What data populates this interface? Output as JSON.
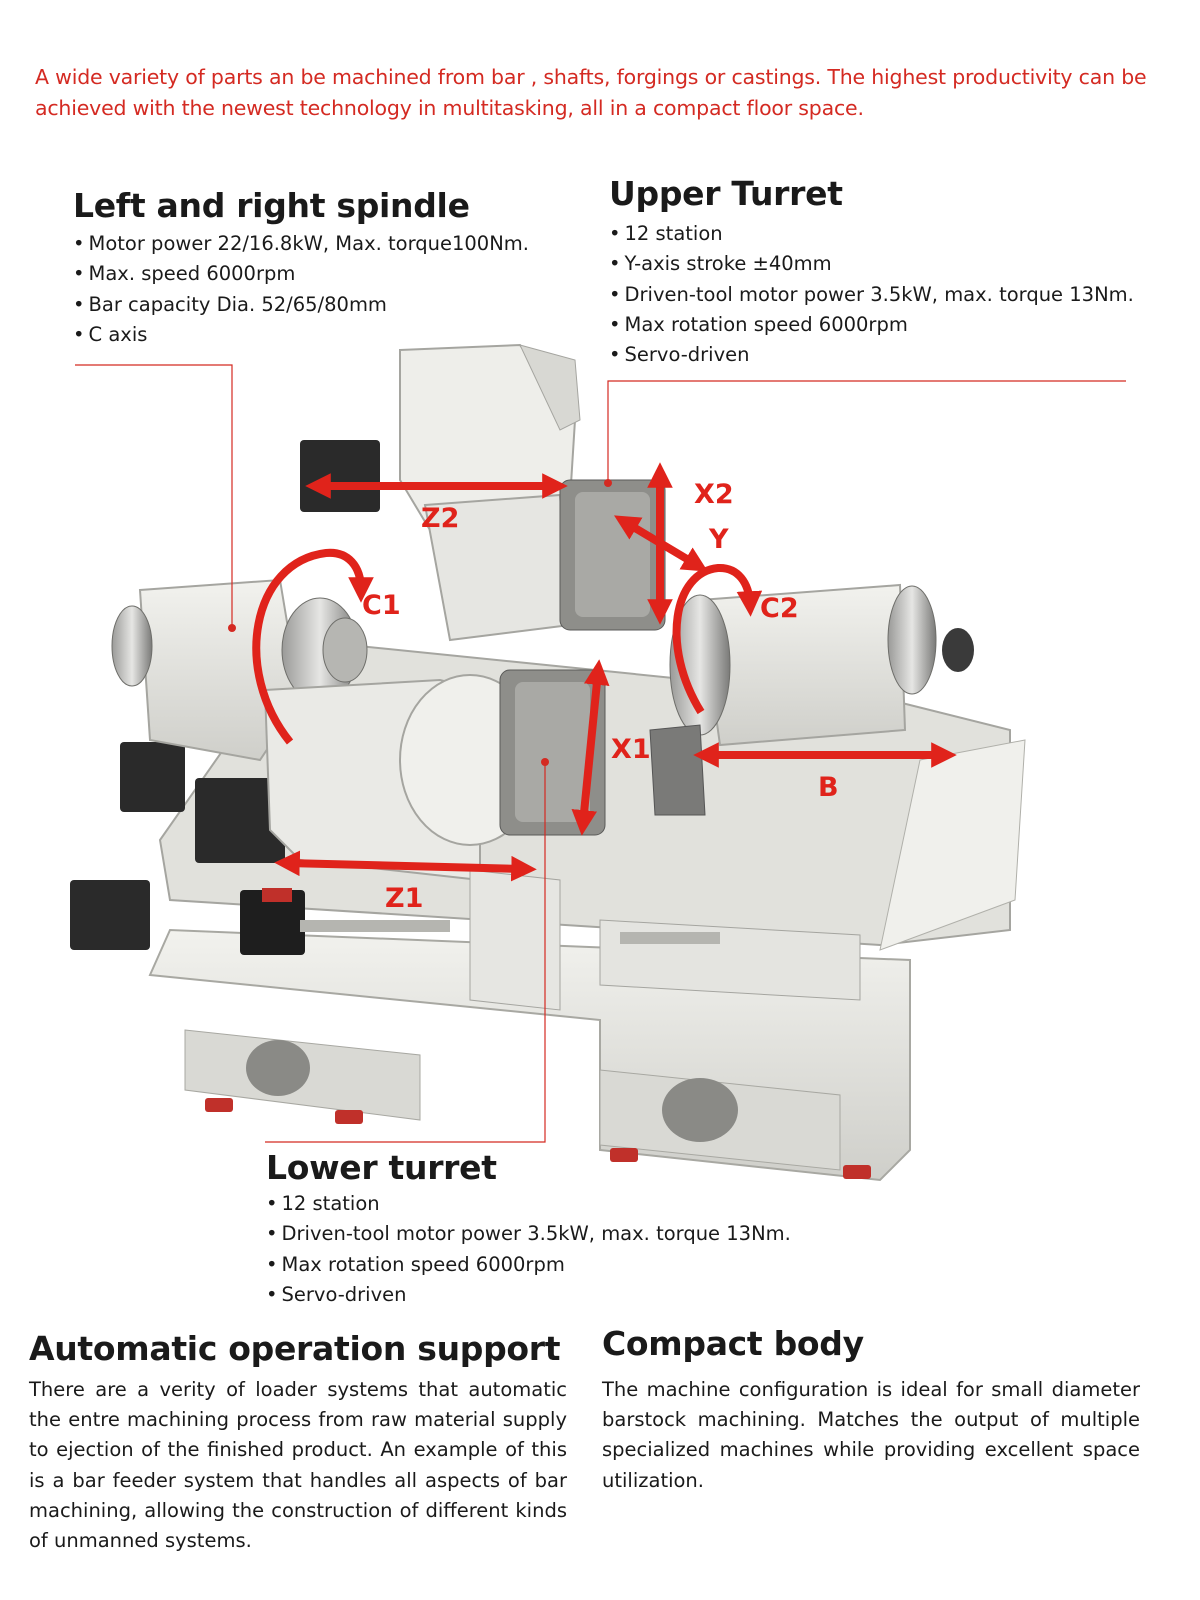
{
  "intro": "A wide variety of parts an be machined from bar , shafts, forgings or castings.  The highest productivity can be achieved with the newest technology in multitasking, all in a compact floor space.",
  "spindle": {
    "title": "Left and right spindle",
    "items": [
      "Motor power 22/16.8kW, Max. torque100Nm.",
      "Max. speed 6000rpm",
      "Bar capacity Dia. 52/65/80mm",
      "C axis"
    ]
  },
  "upper_turret": {
    "title": "Upper Turret",
    "items": [
      "12 station",
      "Y-axis stroke ±40mm",
      "Driven-tool motor power 3.5kW, max. torque 13Nm.",
      "Max rotation speed 6000rpm",
      "Servo-driven"
    ]
  },
  "lower_turret": {
    "title": "Lower turret",
    "items": [
      "12 station",
      "Driven-tool motor power 3.5kW, max. torque 13Nm.",
      "Max rotation speed 6000rpm",
      "Servo-driven"
    ]
  },
  "automatic": {
    "title": "Automatic operation support",
    "text": "There are a verity of loader systems that automatic the entre machining process from raw material supply to ejection of the finished product.  An example of this is a bar feeder system that handles all aspects of bar machining, allowing the construction of different kinds of unmanned systems."
  },
  "compact": {
    "title": "Compact body",
    "text": "The machine configuration is ideal for small diameter barstock machining.  Matches the output of multiple specialized machines while providing excellent space utilization."
  },
  "axes": {
    "z2": "Z2",
    "x2": "X2",
    "y": "Y",
    "c1": "C1",
    "c2": "C2",
    "x1": "X1",
    "b": "B",
    "z1": "Z1"
  },
  "colors": {
    "accent": "#e0231b",
    "intro_text": "#d42a22",
    "machine_body": "#e9e9e4"
  }
}
